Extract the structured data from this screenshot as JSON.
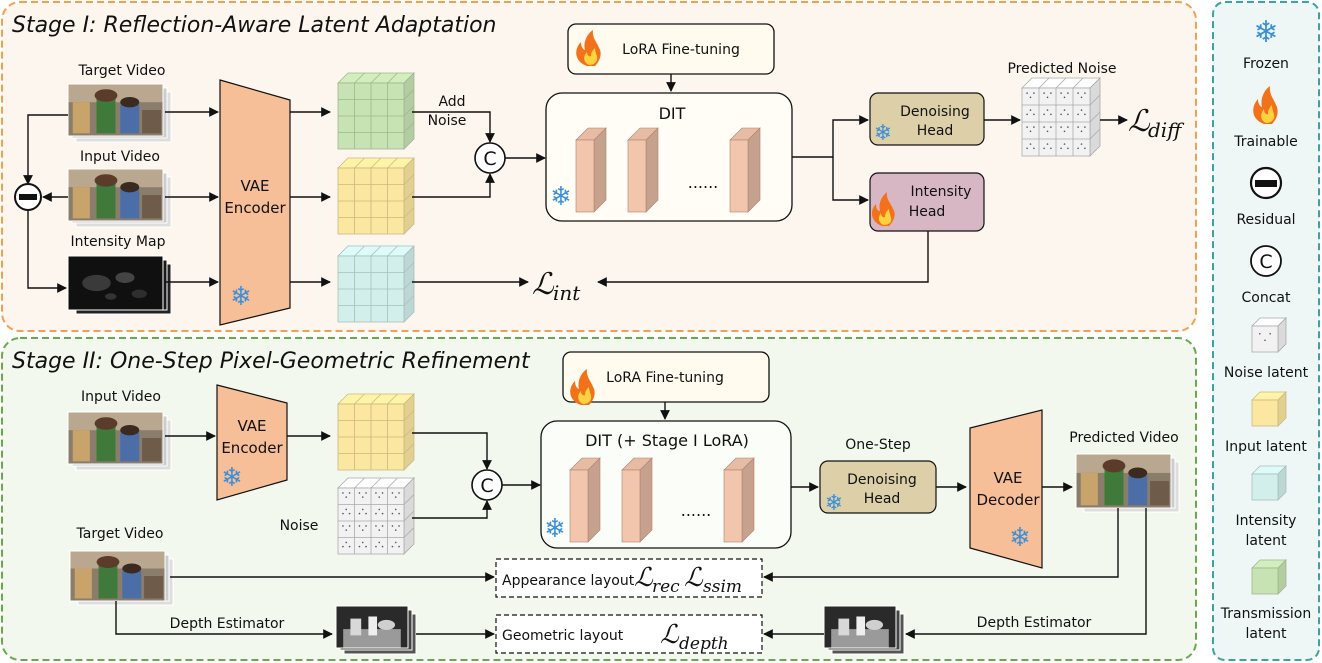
{
  "stage1": {
    "title": "Stage I: Reflection-Aware Latent Adaptation",
    "target_video_label": "Target Video",
    "input_video_label": "Input Video",
    "intensity_map_label": "Intensity Map",
    "vae_encoder_line1": "VAE",
    "vae_encoder_line2": "Encoder",
    "add_noise_line1": "Add",
    "add_noise_line2": "Noise",
    "lora_label": "LoRA Fine-tuning",
    "dit_label": "DIT",
    "dots": "......",
    "predicted_noise_label": "Predicted Noise",
    "denoising_head_line1": "Denoising",
    "denoising_head_line2": "Head",
    "intensity_head_line1": "Intensity",
    "intensity_head_line2": "Head",
    "loss_diff_symbol": "ℒ",
    "loss_diff_sub": "diff",
    "loss_int_symbol": "ℒ",
    "loss_int_sub": "int"
  },
  "stage2": {
    "title": "Stage II: One-Step Pixel-Geometric Refinement",
    "input_video_label": "Input Video",
    "vae_encoder_line1": "VAE",
    "vae_encoder_line2": "Encoder",
    "lora_label": "LoRA Fine-tuning",
    "dit_label": "DIT (+ Stage I LoRA)",
    "dots": "......",
    "noise_label": "Noise",
    "one_step_label": "One-Step",
    "denoising_head_line1": "Denoising",
    "denoising_head_line2": "Head",
    "vae_decoder_line1": "VAE",
    "vae_decoder_line2": "Decoder",
    "predicted_video_label": "Predicted Video",
    "target_video_label": "Target Video",
    "depth_estimator_left": "Depth Estimator",
    "depth_estimator_right": "Depth Estimator",
    "appearance_label": "Appearance layout",
    "loss_rec_sub": "rec",
    "loss_ssim_sub": "ssim",
    "geometric_label": "Geometric layout",
    "loss_depth_sub": "depth",
    "loss_symbol": "ℒ"
  },
  "legend": {
    "frozen": "Frozen",
    "trainable": "Trainable",
    "residual": "Residual",
    "concat": "Concat",
    "noise_latent": "Noise latent",
    "input_latent": "Input latent",
    "intensity_latent_line1": "Intensity",
    "intensity_latent_line2": "latent",
    "transmission_latent_line1": "Transmission",
    "transmission_latent_line2": "latent"
  },
  "symbols": {
    "concat": "C",
    "snowflake": "❄"
  },
  "colors": {
    "stage1_border": "#f0a050",
    "stage1_fill": "#fdf6ee",
    "stage2_border": "#6aa84f",
    "stage2_fill": "#f3f8ef",
    "legend_border": "#3aa3a3",
    "legend_fill": "#eef7f6",
    "vae": "#f6bf98",
    "dit_block": "#f2c6ad",
    "denoising_head": "#ddd0a8",
    "intensity_head": "#d8b7c5",
    "transmission_latent": "#c7e3b3",
    "input_latent": "#fbe7a0",
    "intensity_latent": "#d2efec",
    "noise_latent": "#f2f2f2",
    "snowflake": "#3b8fd8",
    "flame_outer": "#f2721b",
    "flame_inner": "#ffd23f"
  }
}
